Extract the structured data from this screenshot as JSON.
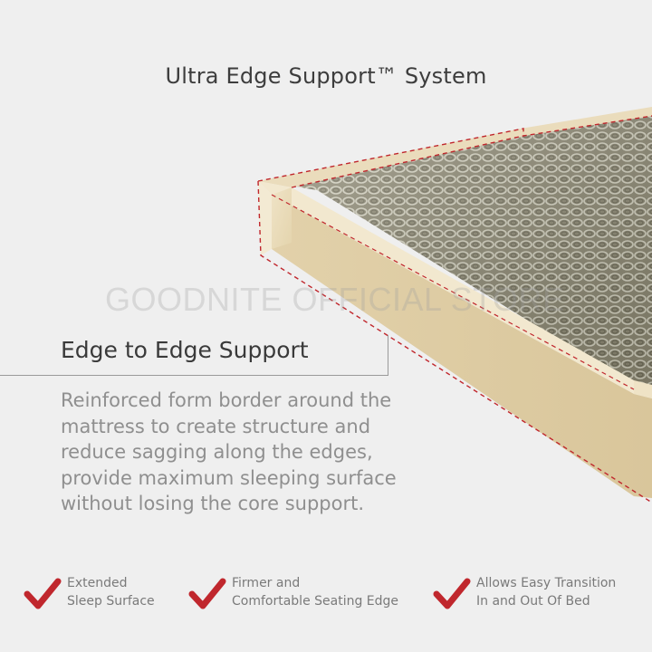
{
  "title": "Ultra Edge Support™ System",
  "watermark": "GOODNITE OFFICIAL STORE",
  "heading": "Edge to Edge Support",
  "description": "Reinforced form border around the mattress to create structure and reduce sagging along the edges, provide maximum sleeping surface without losing the core support.",
  "features": [
    {
      "line1": "Extended",
      "line2": "Sleep Surface",
      "icon": "check-icon"
    },
    {
      "line1": "Firmer and",
      "line2": "Comfortable Seating Edge",
      "icon": "check-icon"
    },
    {
      "line1": "Allows Easy Transition",
      "line2": "In and Out Of Bed",
      "icon": "check-icon"
    }
  ],
  "colors": {
    "background": "#efefef",
    "foam": "#ecdfc0",
    "accent_red": "#c0272d",
    "spring": "#a9a48a"
  }
}
